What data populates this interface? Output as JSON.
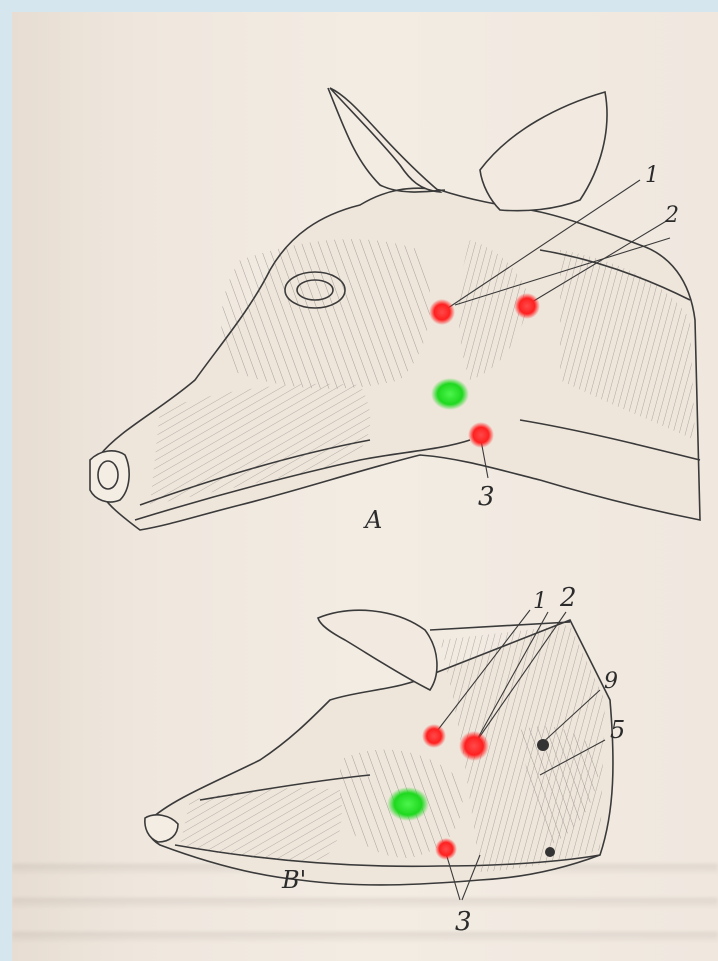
{
  "figure": {
    "panels": [
      {
        "id": "A",
        "caption": "A",
        "labels": [
          "1",
          "2",
          "3"
        ]
      },
      {
        "id": "B",
        "caption": "B'",
        "labels": [
          "1",
          "2",
          "9",
          "5",
          "3"
        ]
      }
    ],
    "colors": {
      "lymph_node_marker": "#ff2a2a",
      "parotid_marker": "#22e022",
      "ink": "#3a3a3a",
      "paper": "#f0e8df",
      "frame": "#d6e6ee"
    }
  }
}
